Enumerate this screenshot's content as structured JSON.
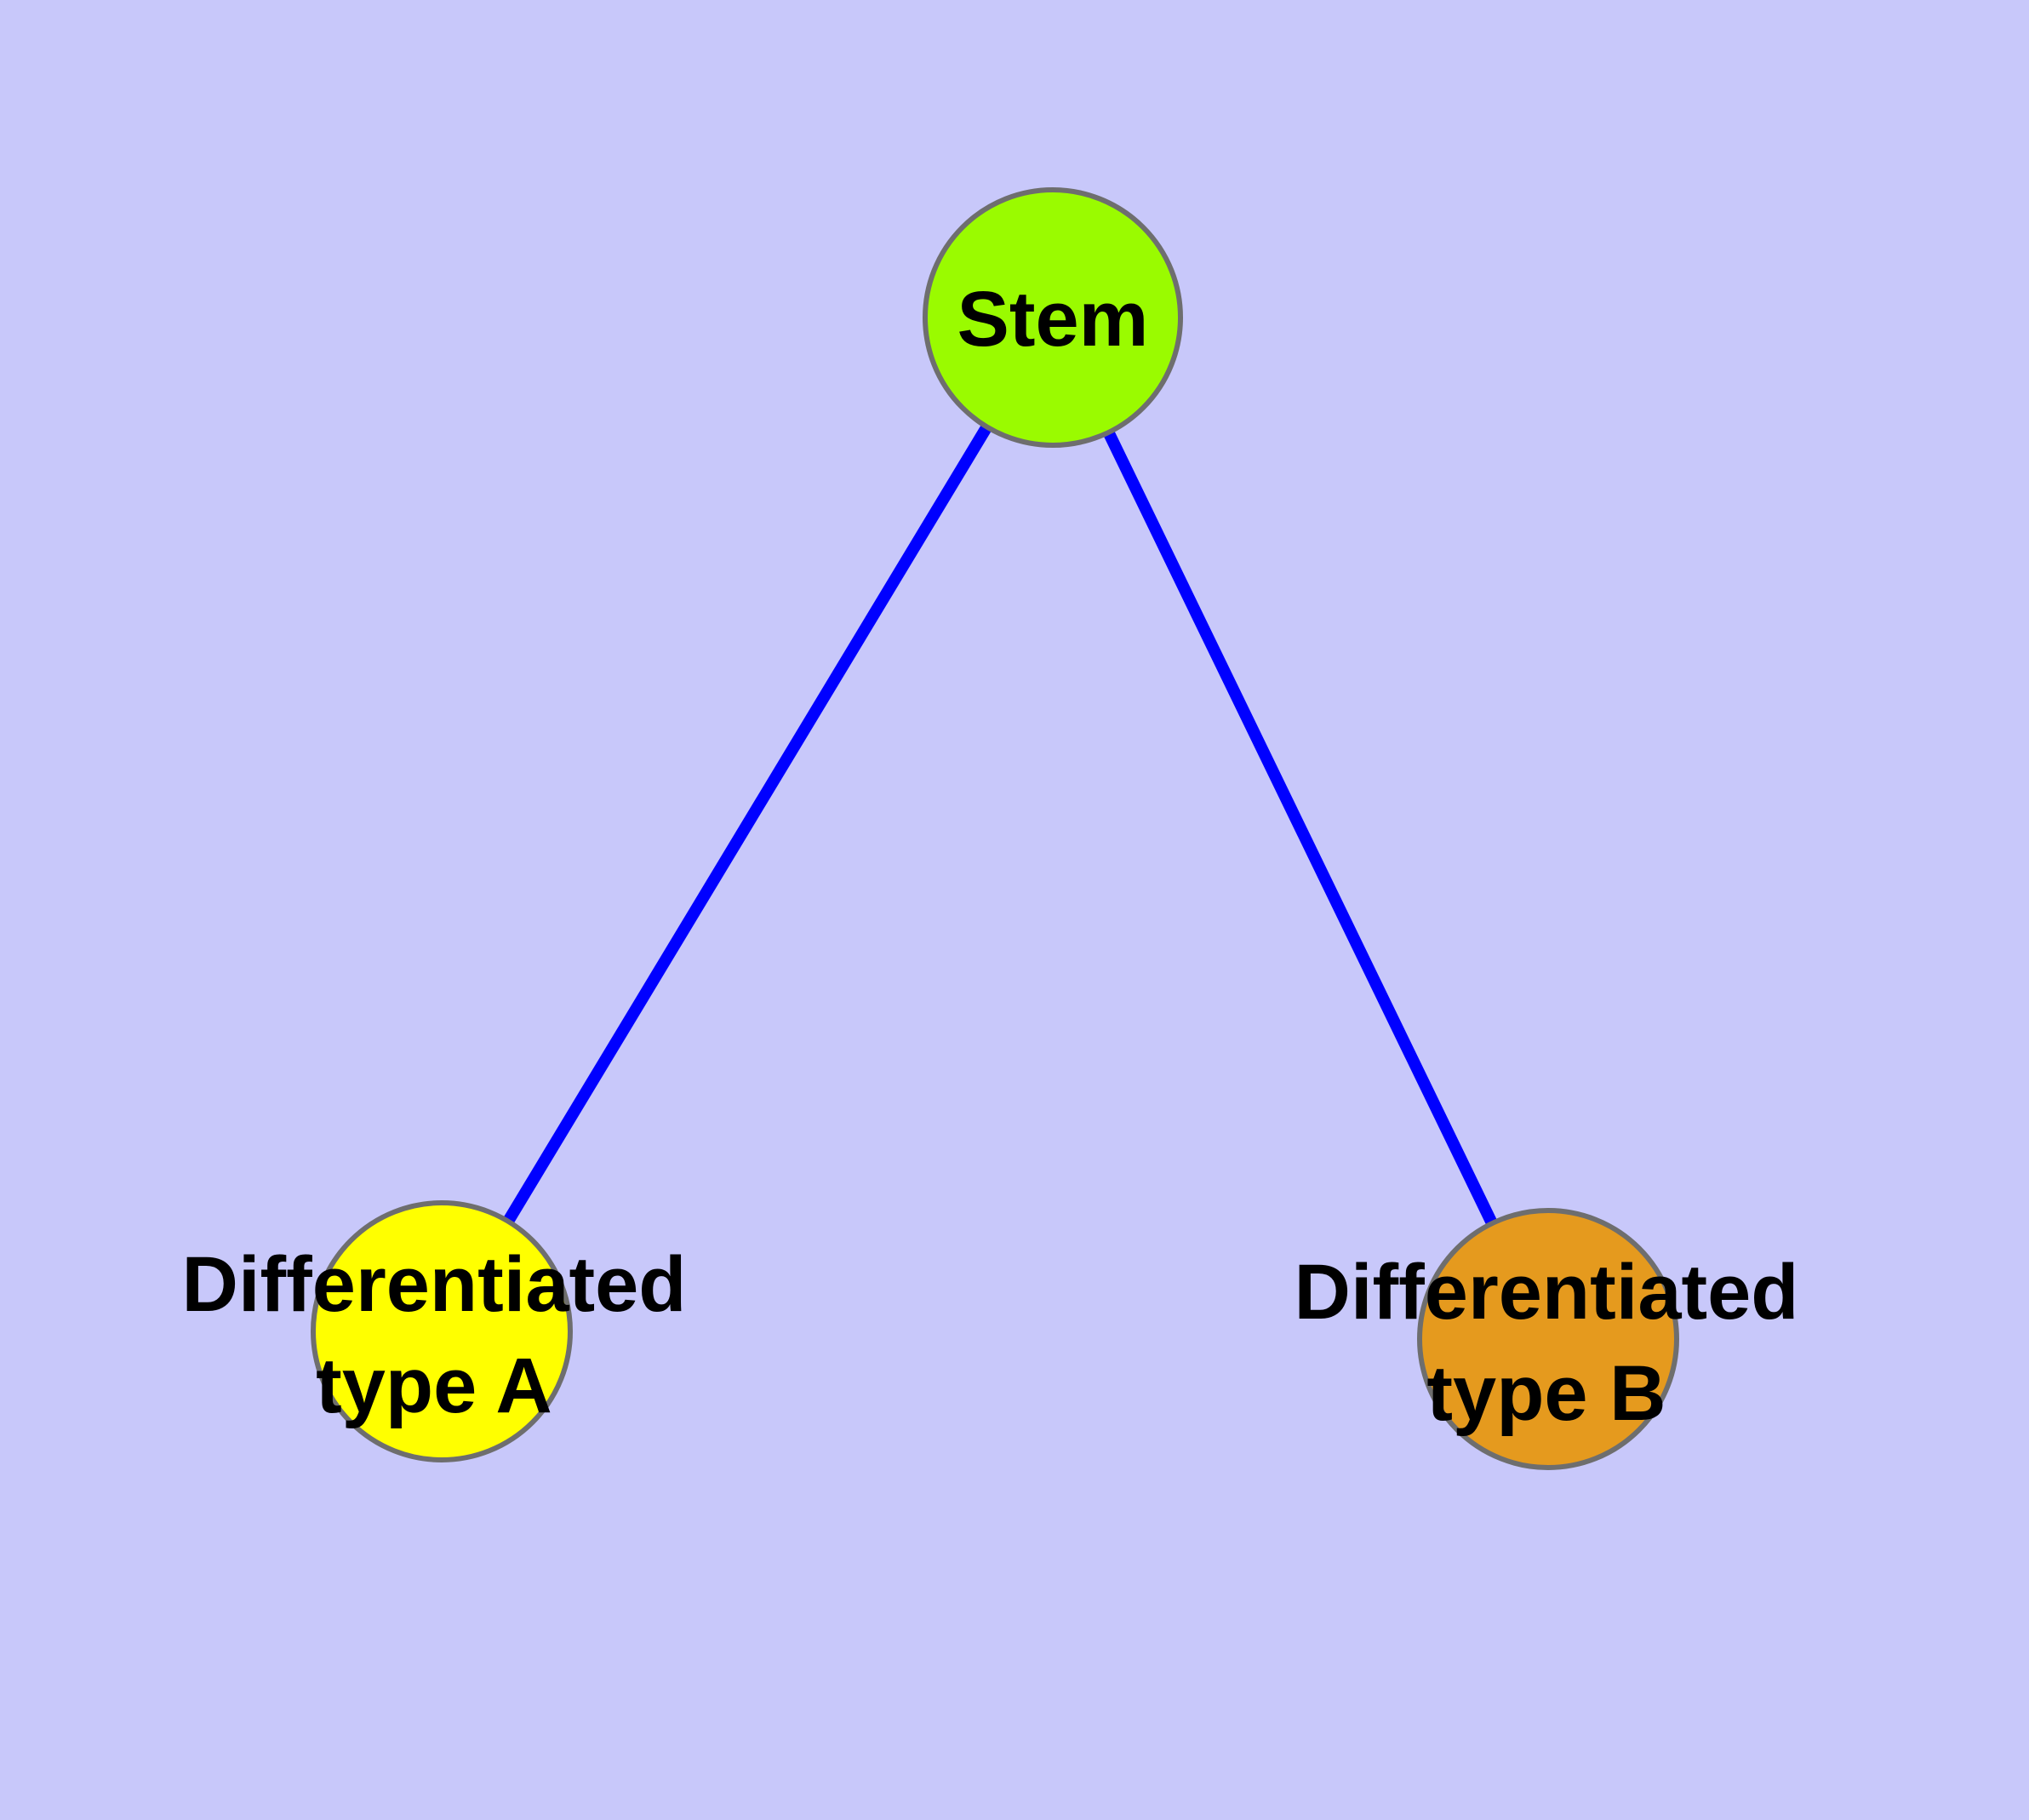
{
  "diagram": {
    "kind": "cell-differentiation-graph",
    "background_color": "#C8C8FA",
    "edge_color": "#0000FF",
    "node_border_color": "#6E6E6E",
    "nodes": [
      {
        "id": "stem",
        "label": "Stem",
        "label_lines": [
          "Stem"
        ],
        "fill": "#9AFB00"
      },
      {
        "id": "differentiated-type-a",
        "label": "Differentiated type A",
        "label_lines": [
          "Differentiated",
          "type A"
        ],
        "fill": "#FFFF00"
      },
      {
        "id": "differentiated-type-b",
        "label": "Differentiated type B",
        "label_lines": [
          "Differentiated",
          "type B"
        ],
        "fill": "#E59A1E"
      }
    ],
    "edges": [
      {
        "from": "stem",
        "to": "differentiated-type-a"
      },
      {
        "from": "stem",
        "to": "differentiated-type-b"
      }
    ]
  }
}
